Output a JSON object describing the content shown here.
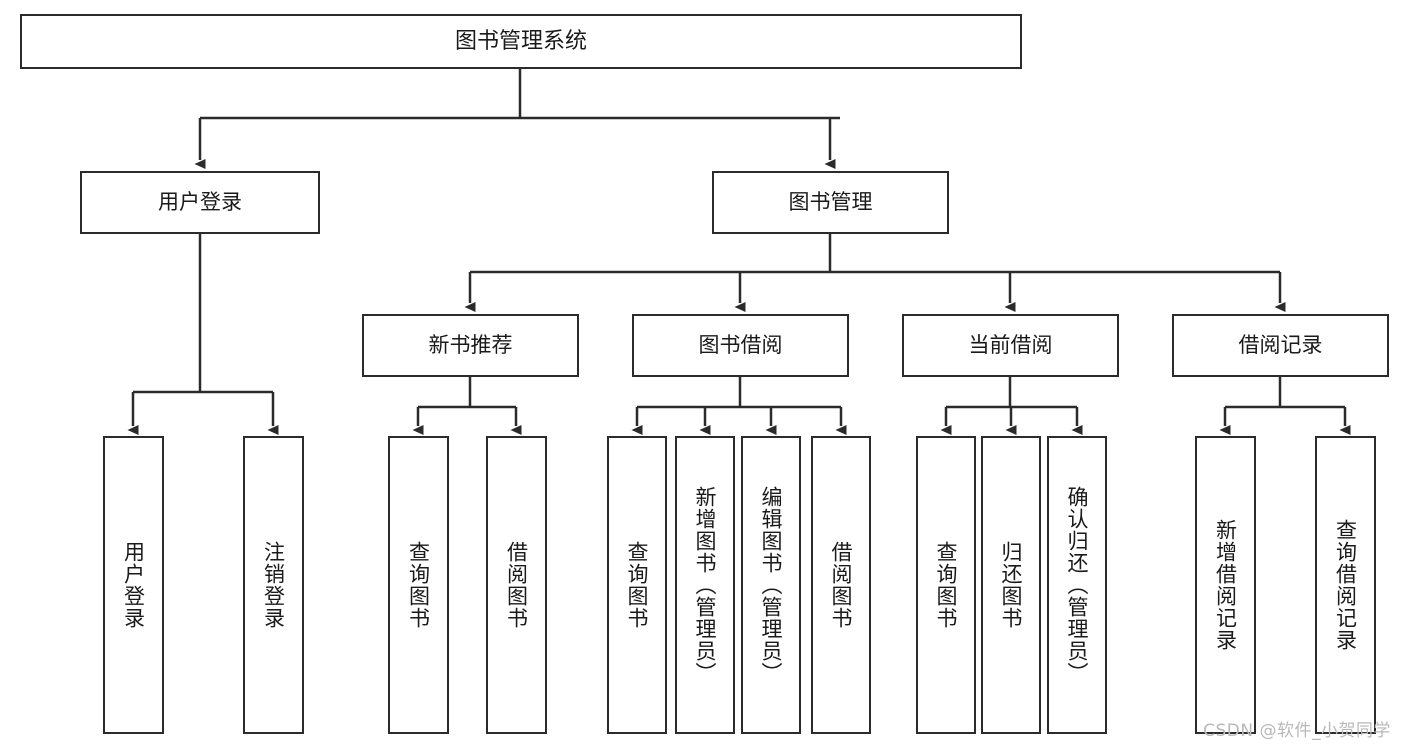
{
  "diagram": {
    "title": "图书管理系统",
    "type": "tree-hierarchy",
    "root": {
      "id": "root",
      "label": "图书管理系统"
    },
    "level2": [
      {
        "id": "user-login",
        "label": "用户登录"
      },
      {
        "id": "book-manage",
        "label": "图书管理"
      }
    ],
    "level3": [
      {
        "id": "new-book-rec",
        "label": "新书推荐",
        "parent": "book-manage"
      },
      {
        "id": "book-borrow",
        "label": "图书借阅",
        "parent": "book-manage"
      },
      {
        "id": "current-borrow",
        "label": "当前借阅",
        "parent": "book-manage"
      },
      {
        "id": "borrow-record",
        "label": "借阅记录",
        "parent": "book-manage"
      }
    ],
    "leaves": [
      {
        "id": "leaf-user-login",
        "label": "用户登录",
        "parent": "user-login"
      },
      {
        "id": "leaf-logout",
        "label": "注销登录",
        "parent": "user-login"
      },
      {
        "id": "leaf-query-book-1",
        "label": "查询图书",
        "parent": "new-book-rec"
      },
      {
        "id": "leaf-borrow-book-1",
        "label": "借阅图书",
        "parent": "new-book-rec"
      },
      {
        "id": "leaf-query-book-2",
        "label": "查询图书",
        "parent": "book-borrow"
      },
      {
        "id": "leaf-add-book",
        "label": "新增图书（管理员）",
        "parent": "book-borrow"
      },
      {
        "id": "leaf-edit-book",
        "label": "编辑图书（管理员）",
        "parent": "book-borrow"
      },
      {
        "id": "leaf-borrow-book-2",
        "label": "借阅图书",
        "parent": "book-borrow"
      },
      {
        "id": "leaf-query-book-3",
        "label": "查询图书",
        "parent": "current-borrow"
      },
      {
        "id": "leaf-return-book",
        "label": "归还图书",
        "parent": "current-borrow"
      },
      {
        "id": "leaf-confirm-return",
        "label": "确认归还（管理员）",
        "parent": "current-borrow"
      },
      {
        "id": "leaf-add-record",
        "label": "新增借阅记录",
        "parent": "borrow-record"
      },
      {
        "id": "leaf-query-record",
        "label": "查询借阅记录",
        "parent": "borrow-record"
      }
    ]
  },
  "watermark": {
    "text": "CSDN @软件_小贺同学"
  },
  "colors": {
    "stroke": "#2b2b2b",
    "fill": "#ffffff",
    "text": "#1a1a1a",
    "watermark": "#b9b9b9"
  }
}
